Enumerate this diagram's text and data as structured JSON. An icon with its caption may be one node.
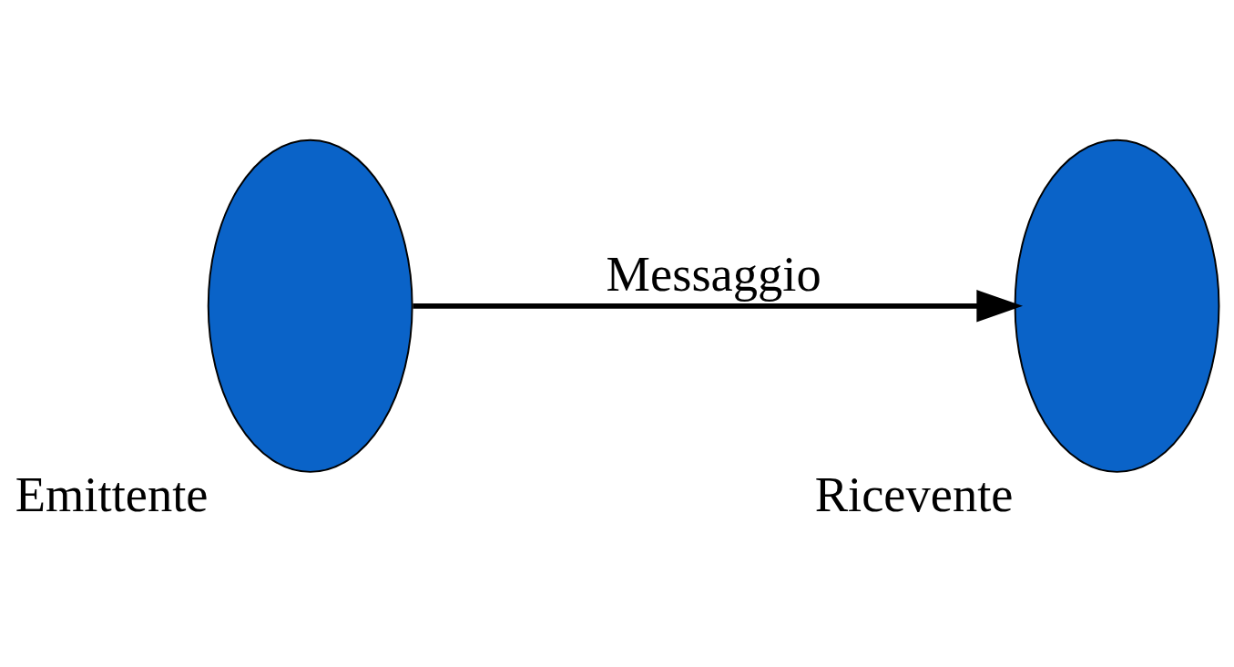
{
  "diagram": {
    "nodes": [
      {
        "text": [
          "Emittente"
        ]
      },
      {
        "text": [
          "Ricevente"
        ]
      }
    ],
    "edges": [
      {
        "from": 0,
        "to": 1,
        "arrow": "to",
        "label": "Messaggio"
      }
    ]
  }
}
